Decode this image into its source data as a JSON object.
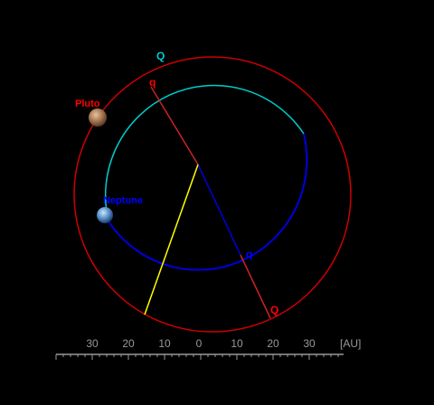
{
  "labels": {
    "pluto": "Pluto",
    "neptune": "Neptune",
    "pluto_perihelion": "q",
    "pluto_aphelion": "Q",
    "neptune_perihelion": "q",
    "neptune_aphelion": "Q",
    "unit": "[AU]"
  },
  "scale": {
    "ticks": [
      "30",
      "20",
      "10",
      "0",
      "10",
      "20",
      "30"
    ]
  },
  "colors": {
    "background": "#000000",
    "pluto_orbit": "#cc0000",
    "pluto_line": "#cc2222",
    "pluto_label": "#ff0000",
    "neptune_orbit": "#0000dd",
    "neptune_orbit_above": "#00cccc",
    "neptune_label": "#0000ff",
    "node_line": "#ffff00",
    "scale": "#999999"
  }
}
